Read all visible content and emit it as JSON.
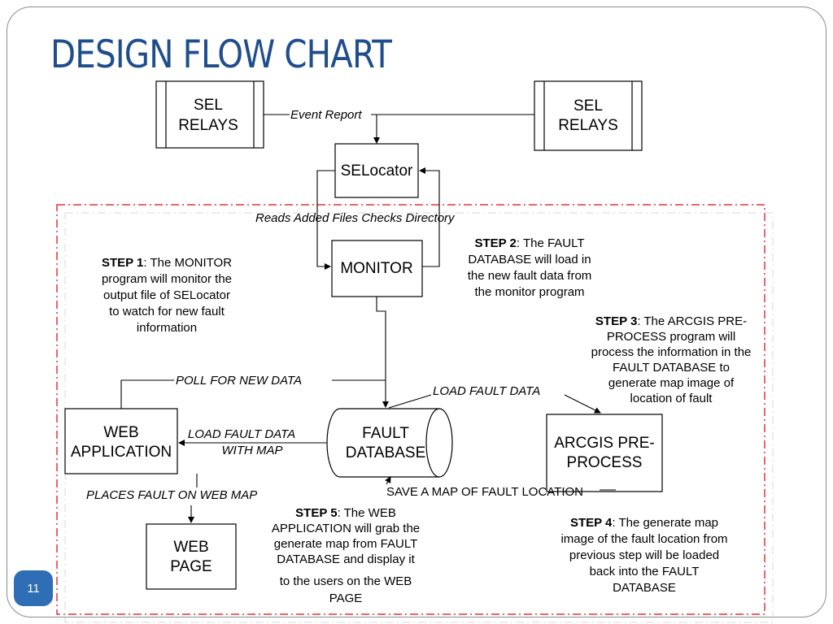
{
  "title": "DESIGN FLOW CHART",
  "page_number": "11",
  "nodes": {
    "sel_relays_left": [
      "SEL",
      "RELAYS"
    ],
    "sel_relays_right": [
      "SEL",
      "RELAYS"
    ],
    "selocator": "SELocator",
    "monitor": "MONITOR",
    "web_application": [
      "WEB",
      "APPLICATION"
    ],
    "fault_database": [
      "FAULT",
      "DATABASE"
    ],
    "arcgis": [
      "ARCGIS PRE-",
      "PROCESS"
    ],
    "web_page": [
      "WEB",
      "PAGE"
    ]
  },
  "edge_labels": {
    "event_report": "Event Report",
    "reads_added_files": "Reads Added Files Checks Directory",
    "poll_new_data": "POLL FOR NEW DATA",
    "load_fault_data": "LOAD FAULT DATA",
    "load_fault_data_map": [
      "LOAD FAULT DATA",
      "WITH MAP"
    ],
    "places_fault": "PLACES FAULT ON WEB MAP",
    "save_map": "SAVE A MAP OF FAULT LOCATION"
  },
  "steps": {
    "step1": {
      "label": "STEP 1",
      "lines": [
        ":  The MONITOR",
        "program will monitor the",
        "output file of SELocator",
        "to watch for new fault",
        "information"
      ]
    },
    "step2": {
      "label": "STEP 2",
      "lines": [
        ": The FAULT",
        "DATABASE will load in",
        "the new fault data from",
        "the monitor program"
      ]
    },
    "step3": {
      "label": "STEP 3",
      "lines": [
        ": The ARCGIS PRE-",
        "PROCESS program will",
        "process the information in the",
        "FAULT DATABASE to",
        "generate map image of",
        "location of fault"
      ]
    },
    "step4": {
      "label": "STEP 4",
      "lines": [
        ": The generate map",
        "image of the fault location from",
        "previous step will be loaded",
        "back into the FAULT",
        "DATABASE"
      ]
    },
    "step5": {
      "label": "STEP 5",
      "lines": [
        ": The WEB",
        "APPLICATION will grab the",
        "generate map from FAULT",
        "DATABASE and display it",
        "to the users on the WEB",
        "PAGE"
      ]
    }
  },
  "colors": {
    "title": "#1f4e8c",
    "boundary": "#e8303a",
    "page_badge": "#2f6db5"
  }
}
